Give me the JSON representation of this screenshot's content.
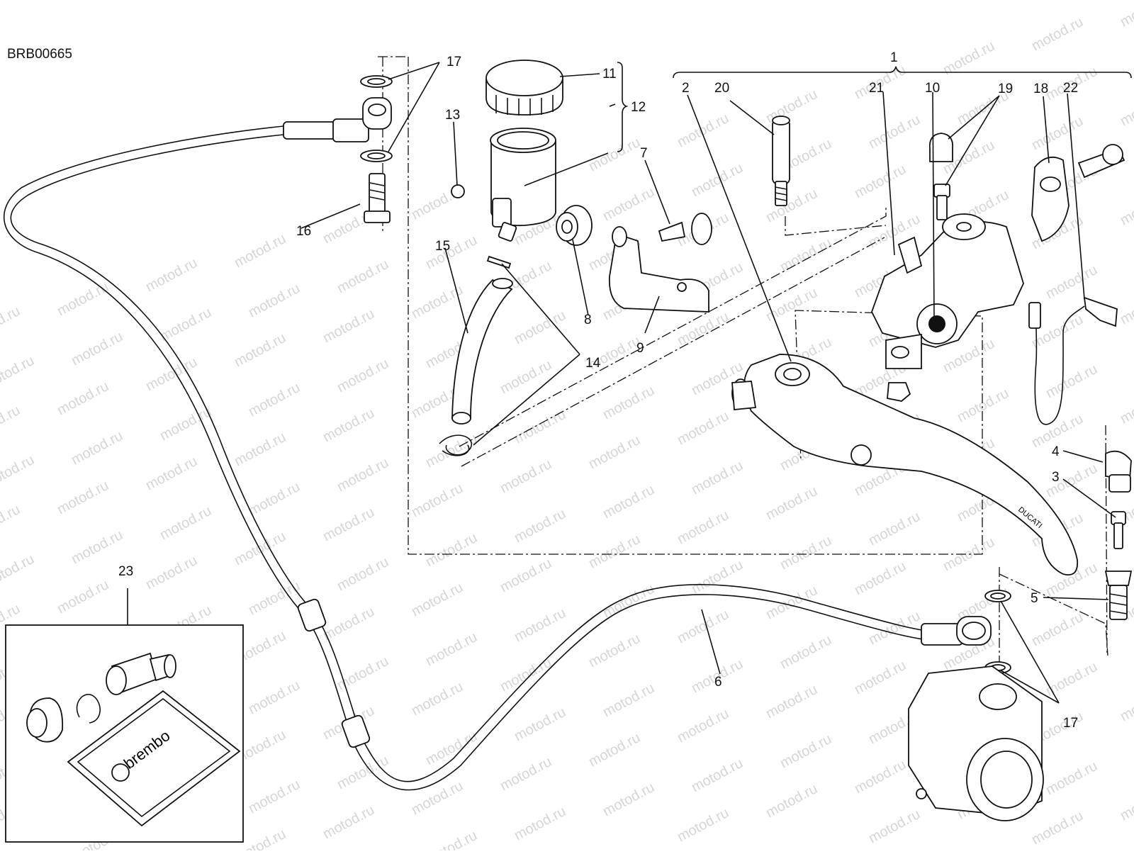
{
  "diagram_code": "BRB00665",
  "watermark_text": "motod.ru",
  "callouts": [
    {
      "id": "c1",
      "label": "1"
    },
    {
      "id": "c2",
      "label": "2"
    },
    {
      "id": "c3",
      "label": "3"
    },
    {
      "id": "c4",
      "label": "4"
    },
    {
      "id": "c5",
      "label": "5"
    },
    {
      "id": "c6",
      "label": "6"
    },
    {
      "id": "c7",
      "label": "7"
    },
    {
      "id": "c8",
      "label": "8"
    },
    {
      "id": "c9",
      "label": "9"
    },
    {
      "id": "c10",
      "label": "10"
    },
    {
      "id": "c11",
      "label": "11"
    },
    {
      "id": "c12",
      "label": "12"
    },
    {
      "id": "c13",
      "label": "13"
    },
    {
      "id": "c14",
      "label": "14"
    },
    {
      "id": "c15",
      "label": "15"
    },
    {
      "id": "c16",
      "label": "16"
    },
    {
      "id": "c17a",
      "label": "17"
    },
    {
      "id": "c17b",
      "label": "17"
    },
    {
      "id": "c18",
      "label": "18"
    },
    {
      "id": "c19",
      "label": "19"
    },
    {
      "id": "c20",
      "label": "20"
    },
    {
      "id": "c21",
      "label": "21"
    },
    {
      "id": "c22",
      "label": "22"
    },
    {
      "id": "c23",
      "label": "23"
    }
  ],
  "kit_box": {
    "brand_text": "brembo"
  },
  "lever_brand_text": "DUCATI"
}
